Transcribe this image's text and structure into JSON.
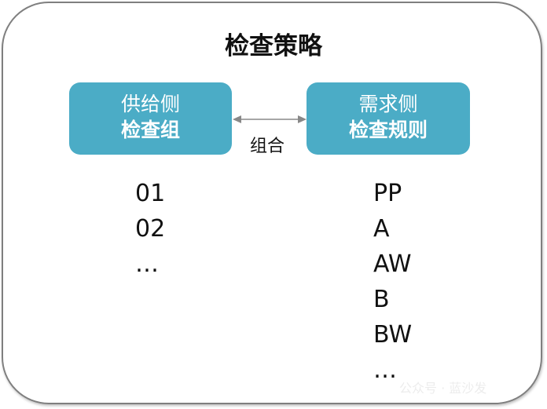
{
  "title": "检查策略",
  "supply_box": {
    "line1": "供给侧",
    "line2": "检查组"
  },
  "demand_box": {
    "line1": "需求侧",
    "line2": "检查规则"
  },
  "connector_label": "组合",
  "supply_items": [
    "01",
    "02",
    "…"
  ],
  "demand_items": [
    "PP",
    "A",
    "AW",
    "B",
    "BW",
    "…"
  ],
  "watermark": "公众号 · 蓝沙发",
  "colors": {
    "box": "#4bacc6",
    "border": "#7f7f7f",
    "arrow": "#888888"
  }
}
